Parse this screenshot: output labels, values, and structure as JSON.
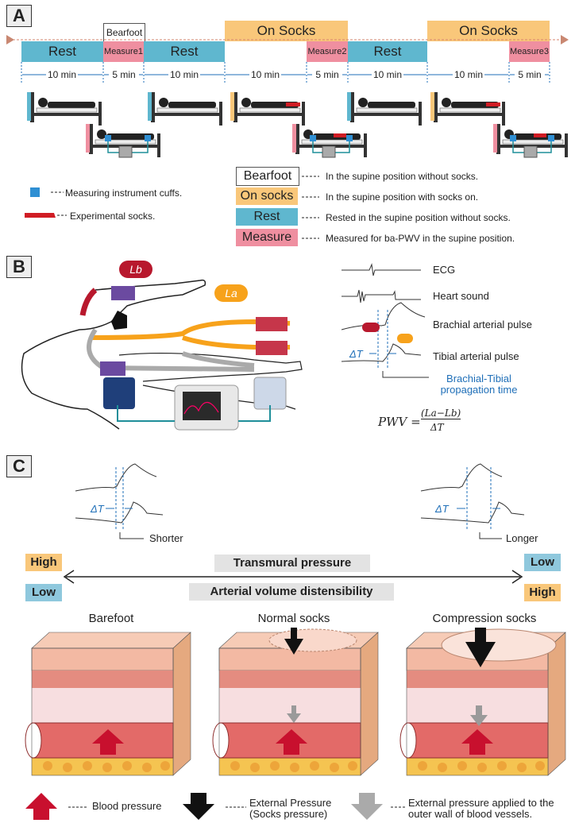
{
  "panels": {
    "a": "A",
    "b": "B",
    "c": "C"
  },
  "timeline": {
    "top_labels": {
      "bearfoot": "Bearfoot",
      "socks1": "On Socks",
      "socks2": "On Socks"
    },
    "blocks": {
      "rest1": "Rest",
      "measure1": "Measure1",
      "rest2": "Rest",
      "measure2": "Measure2",
      "rest3": "Rest",
      "measure3": "Measure3"
    },
    "durations": [
      "10 min",
      "5 min",
      "10 min",
      "10 min",
      "5 min",
      "10 min",
      "10 min",
      "5 min"
    ]
  },
  "legend_a": {
    "cuffs": "Measuring instrument cuffs.",
    "socks": "Experimental socks.",
    "items": [
      {
        "label": "Bearfoot",
        "desc": "In the supine position without socks."
      },
      {
        "label": "On socks",
        "desc": "In the supine position with socks on."
      },
      {
        "label": "Rest",
        "desc": "Rested in the supine position without socks."
      },
      {
        "label": "Measure",
        "desc": "Measured for ba-PWV in the supine position."
      }
    ]
  },
  "panel_b": {
    "lb": "Lb",
    "la": "La",
    "signals": {
      "ecg": "ECG",
      "heart": "Heart sound",
      "brachial": "Brachial arterial pulse",
      "tibial": "Tibial arterial pulse",
      "propagation": "Brachial-Tibial propagation time"
    },
    "delta_t": "ΔT",
    "formula": {
      "lhs": "PWV =",
      "num": "(La−Lb)",
      "den": "ΔT"
    }
  },
  "panel_c": {
    "shorter": "Shorter",
    "longer": "Longer",
    "delta_t": "ΔT",
    "left_high": "High",
    "left_low": "Low",
    "right_low": "Low",
    "right_high": "High",
    "transmural": "Transmural pressure",
    "distensibility": "Arterial volume distensibility",
    "columns": [
      "Barefoot",
      "Normal socks",
      "Compression socks"
    ],
    "legend": {
      "blood": "Blood pressure",
      "external": "External Pressure (Socks pressure)",
      "wall": "External pressure applied to the outer wall of blood vessels."
    }
  },
  "colors": {
    "rest": "#5fb7cf",
    "measure": "#ef8fa0",
    "socks": "#f9c77a",
    "cuff": "#2f8fd3",
    "sock_red": "#d01c24",
    "blue_text": "#1f6fb8",
    "arrow_red": "#c8102e"
  }
}
